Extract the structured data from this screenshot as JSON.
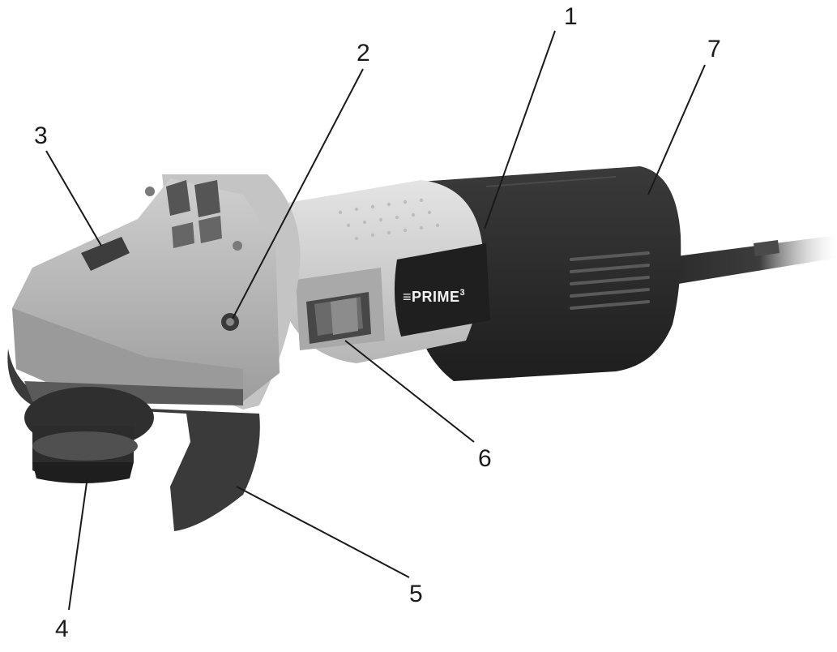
{
  "figure": {
    "brand_label": "PRIME",
    "brand_superscript": "3",
    "brand_mark": "≡"
  },
  "callouts": [
    {
      "id": "1",
      "label": "1"
    },
    {
      "id": "2",
      "label": "2"
    },
    {
      "id": "3",
      "label": "3"
    },
    {
      "id": "4",
      "label": "4"
    },
    {
      "id": "5",
      "label": "5"
    },
    {
      "id": "6",
      "label": "6"
    },
    {
      "id": "7",
      "label": "7"
    }
  ],
  "colors": {
    "body_light": "#d3d3d3",
    "body_mid": "#b8b8b8",
    "body_dark": "#2b2b2b",
    "guard": "#3a3a3a",
    "line": "#1a1a1a"
  }
}
